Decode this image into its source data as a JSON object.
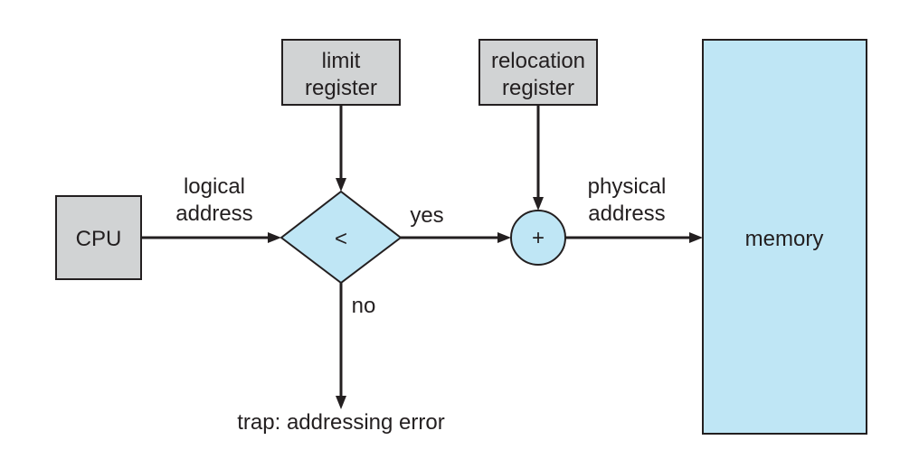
{
  "colors": {
    "gray_box": "#d1d3d4",
    "blue_box": "#bfe6f5",
    "ink": "#231f20"
  },
  "nodes": {
    "cpu": {
      "label": "CPU"
    },
    "limit_register": {
      "line1": "limit",
      "line2": "register"
    },
    "relocation_register": {
      "line1": "relocation",
      "line2": "register"
    },
    "comparator": {
      "symbol": "<"
    },
    "adder": {
      "symbol": "+"
    },
    "memory": {
      "label": "memory"
    }
  },
  "edges": {
    "logical_address": {
      "line1": "logical",
      "line2": "address"
    },
    "yes": {
      "label": "yes"
    },
    "no": {
      "label": "no"
    },
    "physical_address": {
      "line1": "physical",
      "line2": "address"
    },
    "trap": {
      "label": "trap: addressing error"
    }
  }
}
